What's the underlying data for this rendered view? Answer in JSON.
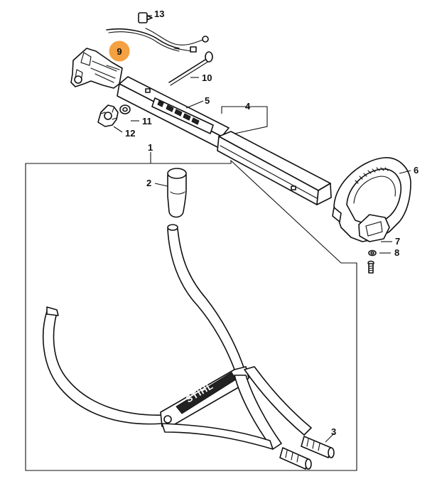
{
  "diagram": {
    "callouts": {
      "c1": "1",
      "c2": "2",
      "c3": "3",
      "c4": "4",
      "c5": "5",
      "c6": "6",
      "c7": "7",
      "c8": "8",
      "c9": "9",
      "c10": "10",
      "c11": "11",
      "c12": "12",
      "c13": "13"
    },
    "highlighted_part": "9",
    "highlight_color": "#f5a041",
    "brand_logo": "STIHL"
  }
}
